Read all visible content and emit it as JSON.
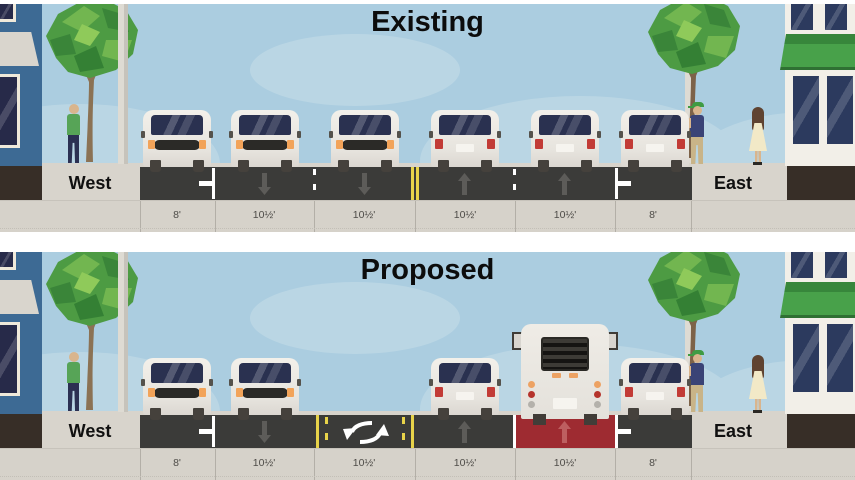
{
  "panels": [
    {
      "title": "Existing",
      "west_label": "West",
      "east_label": "East",
      "lanes": [
        {
          "width_label": "8'",
          "use": "parking",
          "arrow": "none"
        },
        {
          "width_label": "10½'",
          "use": "drive-lane",
          "arrow": "down"
        },
        {
          "width_label": "10½'",
          "use": "drive-lane",
          "arrow": "down"
        },
        {
          "width_label": "10½'",
          "use": "drive-lane",
          "arrow": "up"
        },
        {
          "width_label": "10½'",
          "use": "drive-lane",
          "arrow": "up"
        },
        {
          "width_label": "8'",
          "use": "parking",
          "arrow": "none"
        }
      ]
    },
    {
      "title": "Proposed",
      "west_label": "West",
      "east_label": "East",
      "lanes": [
        {
          "width_label": "8'",
          "use": "parking",
          "arrow": "none"
        },
        {
          "width_label": "10½'",
          "use": "drive-lane",
          "arrow": "down"
        },
        {
          "width_label": "10½'",
          "use": "center-turn-lane",
          "arrow": "left-right-turn"
        },
        {
          "width_label": "10½'",
          "use": "drive-lane",
          "arrow": "up"
        },
        {
          "width_label": "10½'",
          "use": "bus-lane",
          "arrow": "up"
        },
        {
          "width_label": "8'",
          "use": "parking",
          "arrow": "none"
        }
      ]
    }
  ],
  "colors": {
    "sky": "#abcde0",
    "road": "#3b3b39",
    "sidewalk": "#d8d4cc",
    "bus_lane_red": "#9e2b31",
    "center_line_yellow": "#e8d34a",
    "lane_arrow_gray": "#5d5c59"
  }
}
